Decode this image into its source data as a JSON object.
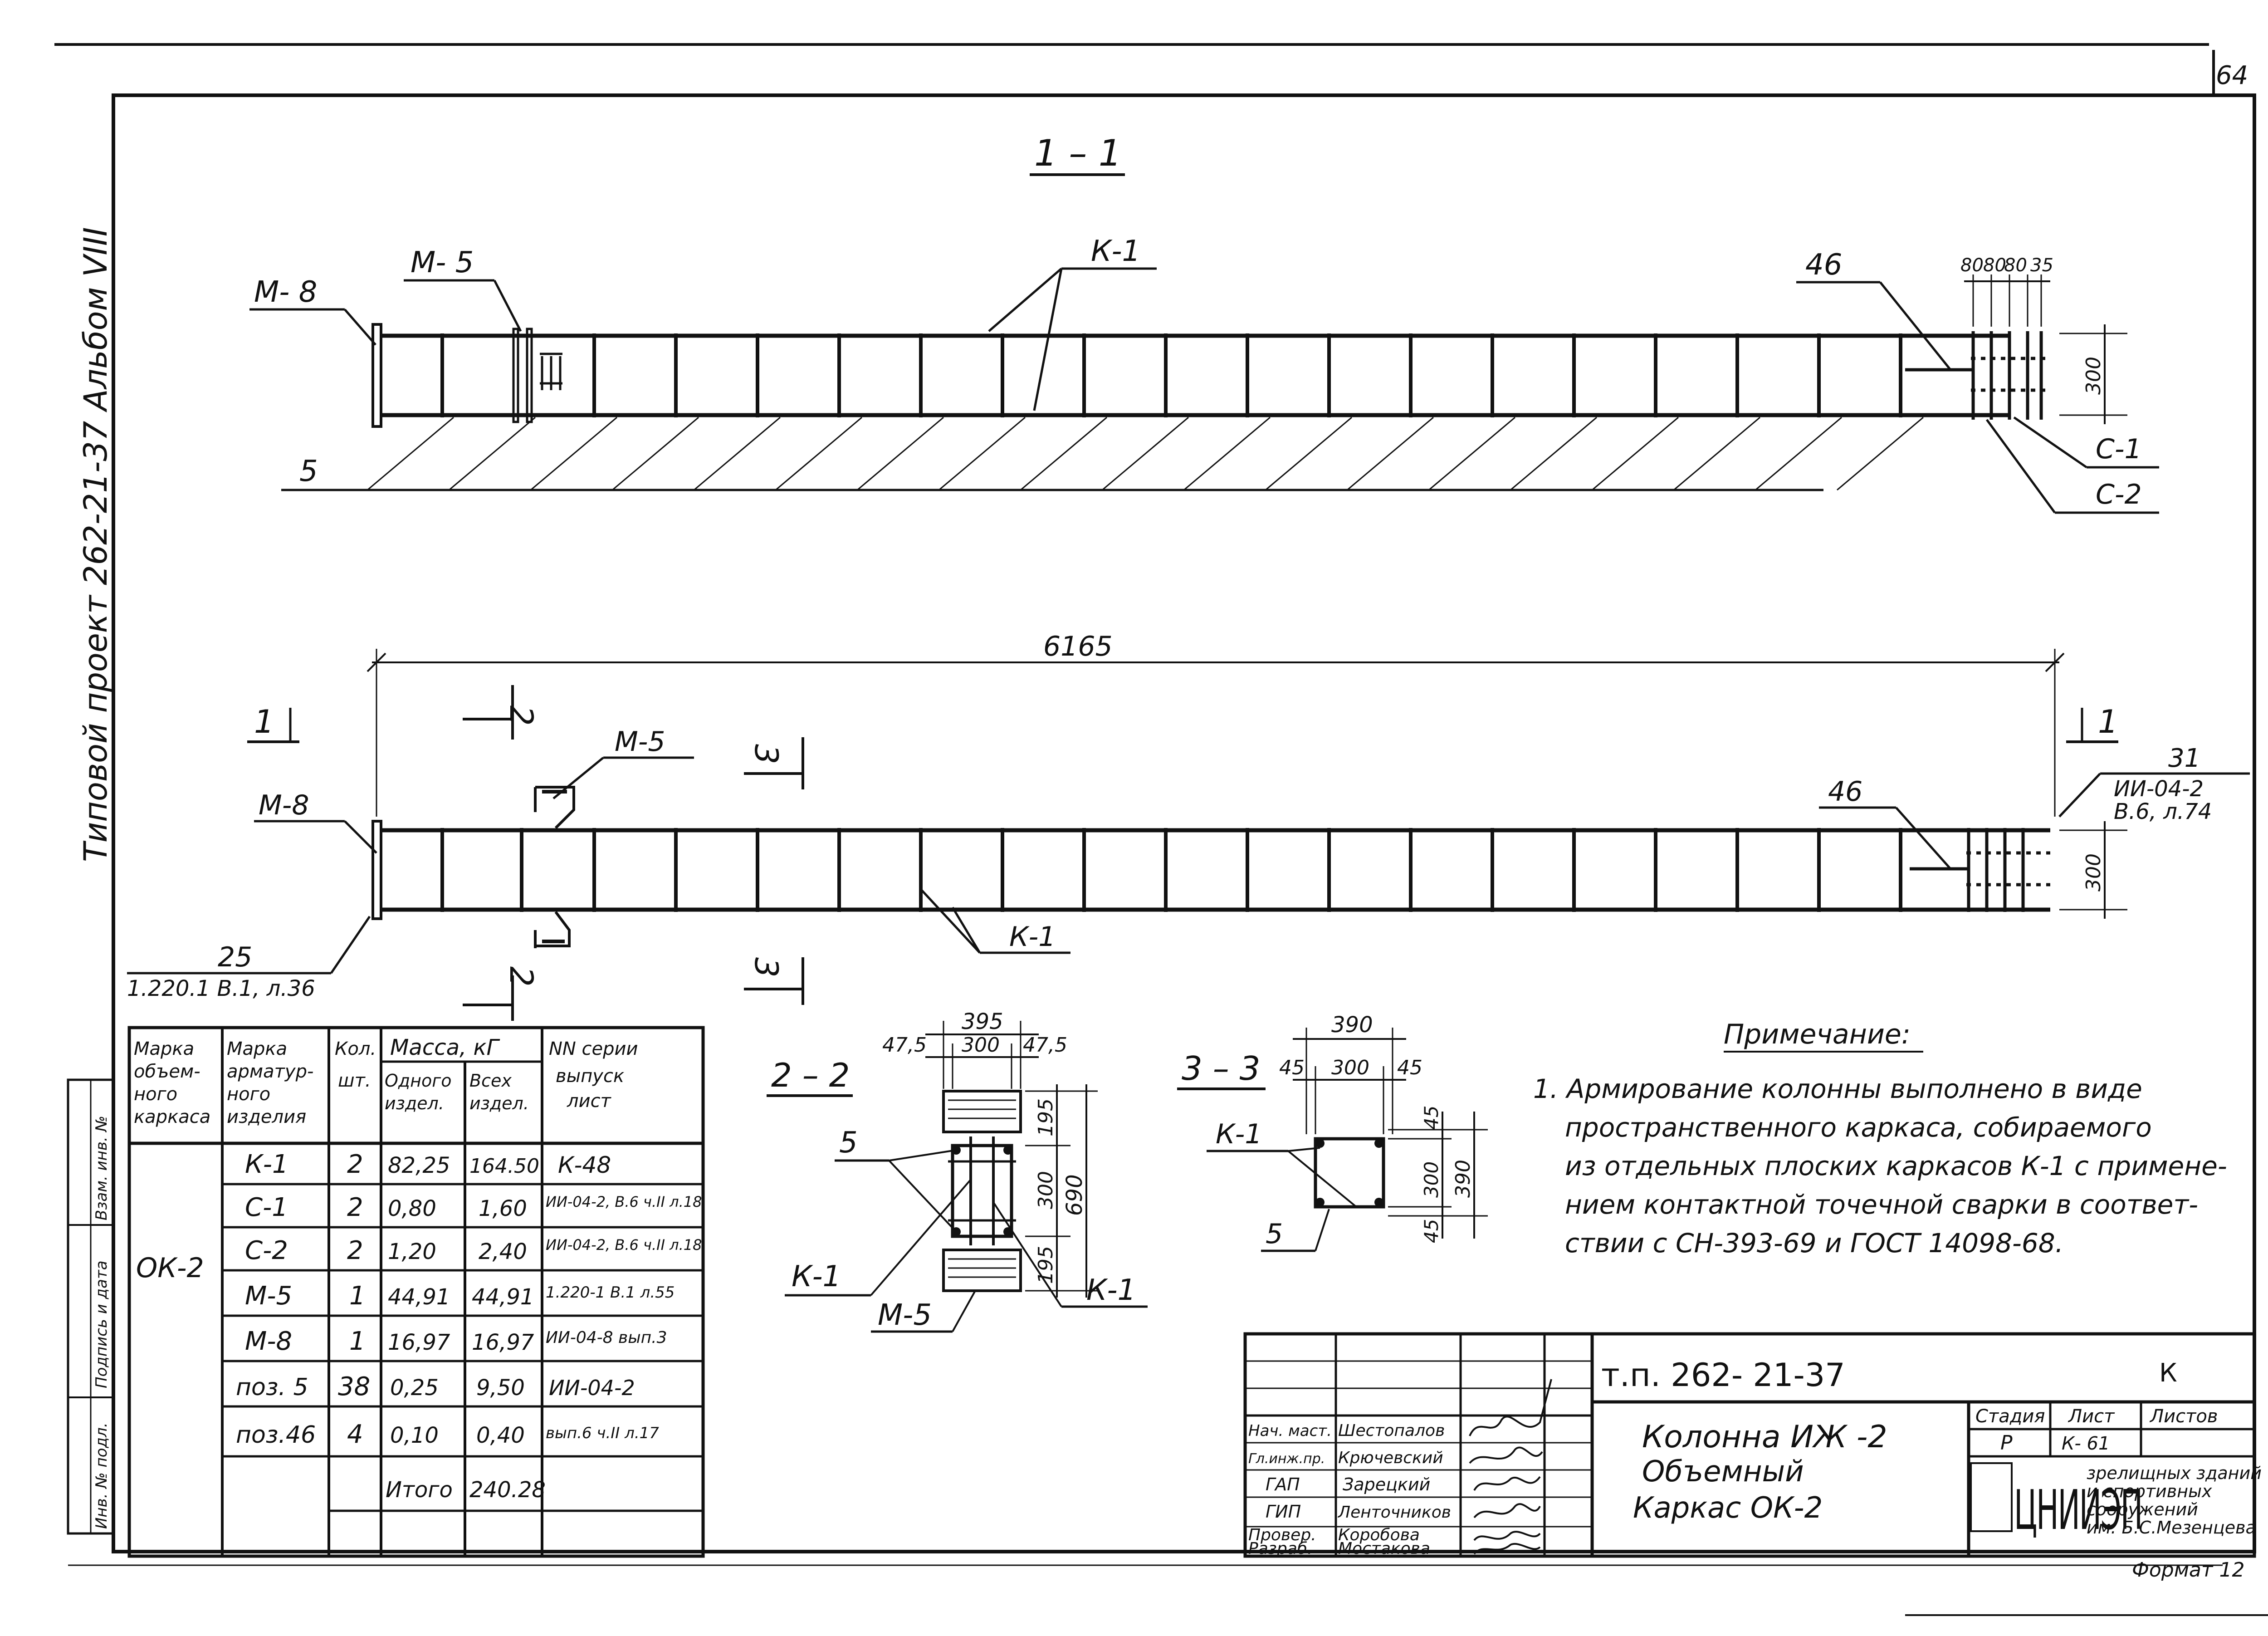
{
  "sheet_number": "64",
  "side_title": "Типовой проект 262-21-37  Альбом VIII",
  "section_1_1": {
    "title": "1 – 1",
    "labels": {
      "m8": "М- 8",
      "m5": "М- 5",
      "k1": "К-1",
      "p46": "46",
      "p5": "5",
      "c1": "С-1",
      "c2": "С-2"
    },
    "dims": [
      "80",
      "80",
      "80",
      "35"
    ],
    "height": "300"
  },
  "plan": {
    "length": "6165",
    "cut1": "1",
    "cut2": "2",
    "cut3": "3",
    "labels": {
      "m8": "М-8",
      "m5": "М-5",
      "k1": "К-1",
      "p46": "46",
      "p25": "25",
      "ref25": "1.220.1 В.1, л.36",
      "p31": "31",
      "ref31a": "ИИ-04-2",
      "ref31b": "В.6, л.74"
    },
    "height": "300"
  },
  "section_2_2": {
    "title": "2 – 2",
    "dims": {
      "width": "395",
      "left": "47,5",
      "mid": "300",
      "right": "47,5",
      "h_top": "195",
      "h_mid": "300",
      "h_bot": "195",
      "h_total": "690"
    },
    "labels": {
      "p5": "5",
      "k1a": "К-1",
      "k1b": "К-1",
      "m5": "М-5"
    }
  },
  "section_3_3": {
    "title": "3 – 3",
    "dims": {
      "width": "390",
      "left": "45",
      "mid": "300",
      "right": "45",
      "h_top": "45",
      "h_mid": "300",
      "h_bot": "45",
      "h_total": "390"
    },
    "labels": {
      "k1": "К-1",
      "p5": "5"
    }
  },
  "spec_table": {
    "headers": [
      "Марка объем-ного каркаса",
      "Марка арматур-ного изделия",
      "Кол. шт.",
      "Масса, кГ",
      "NN серии выпуск лист"
    ],
    "mass_sub": [
      "Одного издел.",
      "Всех издел."
    ],
    "frame": "ОК-2",
    "rows": [
      {
        "mark": "К-1",
        "qty": "2",
        "one": "82,25",
        "all": "164.50",
        "ref": "К-48"
      },
      {
        "mark": "С-1",
        "qty": "2",
        "one": "0,80",
        "all": "1,60",
        "ref": "ИИ-04-2, В.6 ч.II л.18"
      },
      {
        "mark": "С-2",
        "qty": "2",
        "one": "1,20",
        "all": "2,40",
        "ref": "ИИ-04-2, В.6 ч.II л.18"
      },
      {
        "mark": "М-5",
        "qty": "1",
        "one": "44,91",
        "all": "44,91",
        "ref": "1.220-1 В.1 л.55"
      },
      {
        "mark": "М-8",
        "qty": "1",
        "one": "16,97",
        "all": "16,97",
        "ref": "ИИ-04-8 вып.3"
      },
      {
        "mark": "поз. 5",
        "qty": "38",
        "one": "0,25",
        "all": "9,50",
        "ref": "ИИ-04-2"
      },
      {
        "mark": "поз.46",
        "qty": "4",
        "one": "0,10",
        "all": "0,40",
        "ref": "вып.6 ч.II л.17"
      }
    ],
    "total_label": "Итого",
    "total_value": "240.28"
  },
  "note": {
    "title": "Примечание:",
    "lines": [
      "1. Армирование колонны выполнено в виде",
      "пространственного каркаса, собираемого",
      "из отдельных плоских каркасов К-1 с примене-",
      "нием контактной точечной сварки в соответ-",
      "ствии с СН-393-69  и  ГОСТ 14098-68."
    ]
  },
  "left_strip": [
    "Инв. № подл.",
    "Подпись и дата",
    "Взам. инв. №"
  ],
  "title_block": {
    "project_code": "т.п.  262- 21-37",
    "letter": "К",
    "drawing_title": [
      "Колонна ИЖ -2",
      "Объемный",
      "Каркас  ОК-2"
    ],
    "stage_header": "Стадия",
    "sheet_header": "Лист",
    "sheets_header": "Листов",
    "stage_value": "Р",
    "sheet_value": "К- 61",
    "org_logo": "ЦНИИЭП",
    "org_lines": [
      "зрелищных зданий",
      "и спортивных",
      "сооружений",
      "им. Б.С.Мезенцева"
    ],
    "format": "Формат 12",
    "roles": [
      {
        "role": "Нач. маст.",
        "name": "Шестопалов"
      },
      {
        "role": "Гл.инж.пр.",
        "name": "Крючевский"
      },
      {
        "role": "ГАП",
        "name": "Зарецкий"
      },
      {
        "role": "ГИП",
        "name": "Ленточников"
      },
      {
        "role": "Провер.",
        "name": "Коробова"
      },
      {
        "role": "Разраб.",
        "name": "Мостакова"
      }
    ]
  }
}
